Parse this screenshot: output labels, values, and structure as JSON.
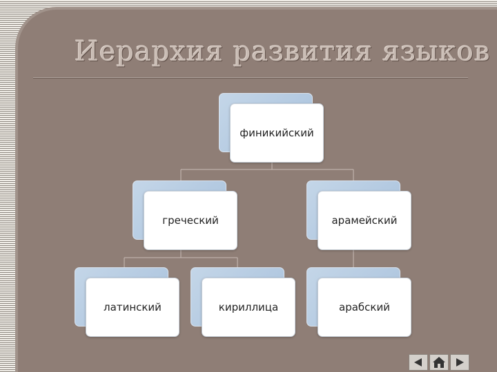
{
  "slide": {
    "title": "Иерархия развития языков"
  },
  "diagram": {
    "nodes": {
      "phoenician": "финикийский",
      "greek": "греческий",
      "aramaic": "арамейский",
      "latin": "латинский",
      "cyrillic": "кириллица",
      "arabic": "арабский"
    },
    "colors": {
      "panel": "#8f7e76",
      "box_back": "#a8c1dc",
      "box_front": "#ffffff",
      "connector": "#c8bcb6"
    }
  },
  "navigation": {
    "icons": [
      "arrow-left-icon",
      "home-icon",
      "arrow-right-icon"
    ]
  }
}
